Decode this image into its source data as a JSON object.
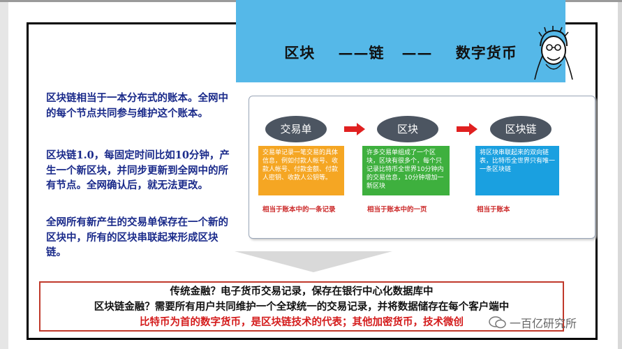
{
  "title": {
    "part1": "区块",
    "part2": "——链",
    "part3": "——",
    "part4": "数字货币"
  },
  "paragraphs": {
    "p1": "区块链相当于一本分布式的账本。全网中的每个节点共同参与维护这个账本。",
    "p2": "区块链1.0，每固定时间比如10分钟，产生一个新区块，并同步更新到全网中的所有节点。全网确认后，就无法更改。",
    "p3": "全网所有新产生的交易单保存在一个新的区块中，所有的区块串联起来形成区块链。"
  },
  "diagram": {
    "nodes": [
      "交易单",
      "区块",
      "区块链"
    ],
    "cards": [
      "交易单记录一笔交易的具体信息，例如付款人帐号、收款人帐号、付款金额、付款人密钥、收款人公钥等。",
      "许多交易单组成了一个区块，区块有很多个，每个只记录比特币全世界10分钟内的交易信息，10分钟增加一新区块",
      "将区块串联起来的双向链表，比特币全世界只有唯一一条区块链"
    ],
    "captions": [
      "相当于账本中的一条记录",
      "相当于账本中的一页",
      "相当于账本"
    ]
  },
  "bottom": {
    "line1": "传统金融？电子货币交易记录，保存在银行中心化数据库中",
    "line2": "区块链金融？需要所有用户共同维护一个全球统一的交易记录，并将数据储存在每个客户端中",
    "line3": "比特币为首的数字货币，是区块链技术的代表；其他加密货币，技术微创"
  },
  "watermark": "一百亿研究所",
  "colors": {
    "title_bg": "#55b8e8",
    "text_blue": "#1a2a8a",
    "accent_red": "#d41c1c",
    "card_orange": "#f5a623",
    "card_green": "#3eb03e",
    "card_blue": "#1aa0e0",
    "node_gray": "#4c5561"
  },
  "icons": [
    "cartoon-avatar-icon",
    "red-arrow-icon",
    "down-arrow-icon",
    "wechat-icon"
  ]
}
